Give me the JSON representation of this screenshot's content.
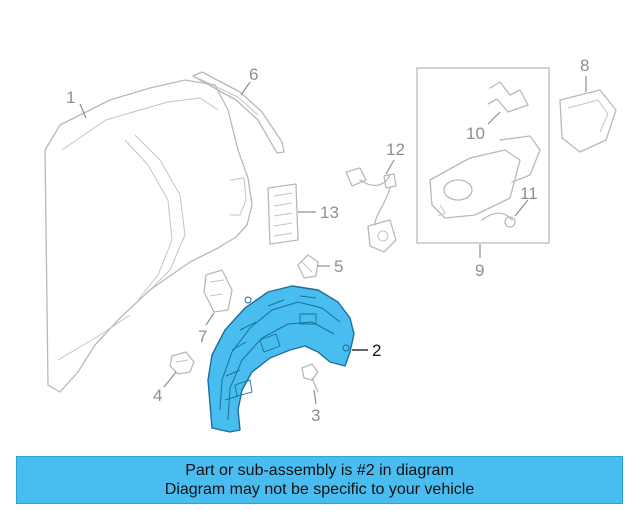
{
  "colors": {
    "highlight": "#4ABDF0",
    "banner_background": "#4ABDF0",
    "outline": "#B9B9B9",
    "callout_text": "#8F8F8F"
  },
  "callouts": [
    {
      "id": "1",
      "text": "1"
    },
    {
      "id": "2",
      "text": "2",
      "highlighted": true
    },
    {
      "id": "3",
      "text": "3"
    },
    {
      "id": "4",
      "text": "4"
    },
    {
      "id": "5",
      "text": "5"
    },
    {
      "id": "6",
      "text": "6"
    },
    {
      "id": "7",
      "text": "7"
    },
    {
      "id": "8",
      "text": "8"
    },
    {
      "id": "9",
      "text": "9"
    },
    {
      "id": "10",
      "text": "10"
    },
    {
      "id": "11",
      "text": "11"
    },
    {
      "id": "12",
      "text": "12"
    },
    {
      "id": "13",
      "text": "13"
    }
  ],
  "banner": {
    "line1": "Part or sub-assembly is #2 in diagram",
    "line2": "Diagram may not be specific to your vehicle"
  }
}
